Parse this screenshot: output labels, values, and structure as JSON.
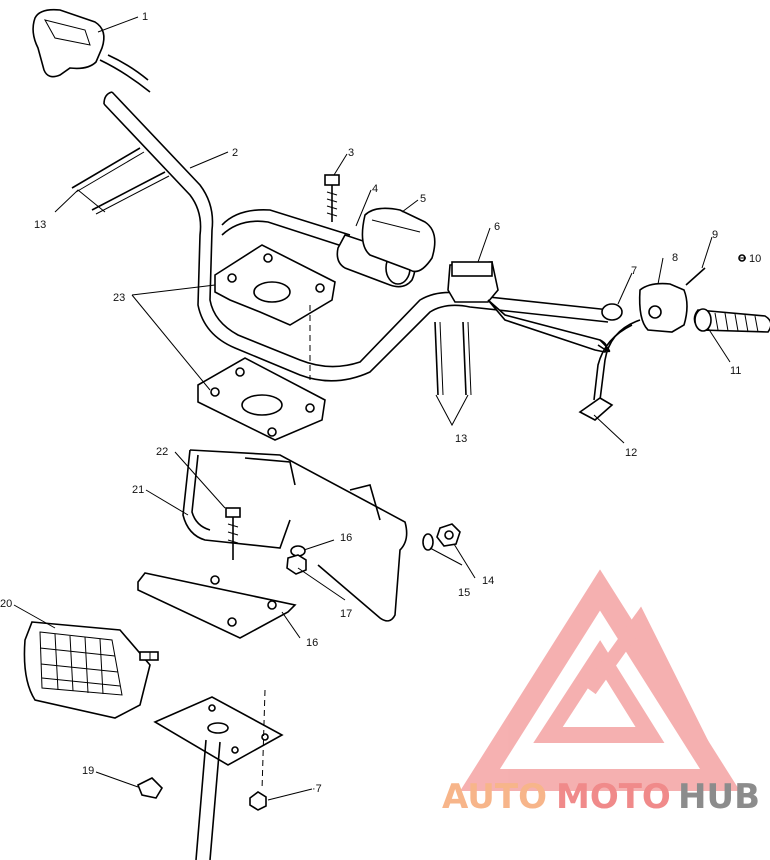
{
  "callouts": {
    "c1": "1",
    "c2": "2",
    "c3": "3",
    "c4": "4",
    "c5": "5",
    "c6": "6",
    "c7": "7",
    "c8": "8",
    "c9": "9",
    "c10": "10",
    "c11": "11",
    "c12": "12",
    "c13a": "13",
    "c13b": "13",
    "c14": "14",
    "c15": "15",
    "c16a": "16",
    "c16b": "16",
    "c17a": "17",
    "c17b": "·7",
    "c19": "19",
    "c20": "20",
    "c21": "21",
    "c22": "22",
    "c23": "23"
  },
  "watermark": {
    "part1": "AUTO",
    "part2": "MOTO",
    "part3": "HUB",
    "color_light": "#f7b58a",
    "color_mid": "#f08a8a",
    "color_dark": "#8c8c8c"
  }
}
